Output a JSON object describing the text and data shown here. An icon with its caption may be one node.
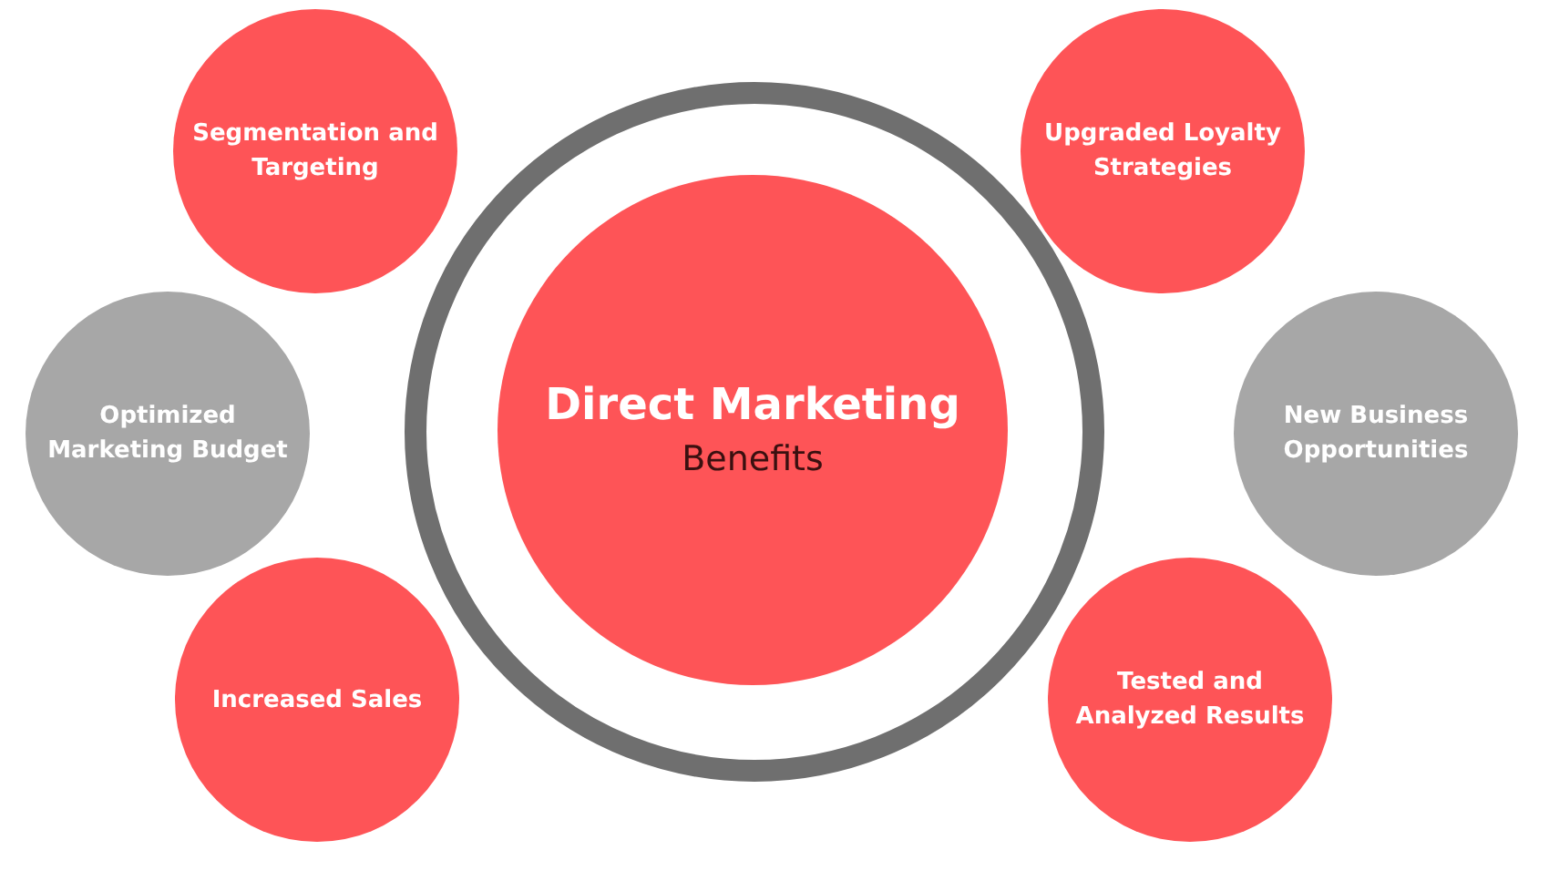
{
  "diagram": {
    "nodes": [
      {
        "text": [
          "Direct Marketing",
          "Benefits"
        ]
      },
      {
        "text": [
          "Segmentation and Targeting"
        ]
      },
      {
        "text": [
          "Upgraded Loyalty Strategies"
        ]
      },
      {
        "text": [
          "Optimized Marketing Budget"
        ]
      },
      {
        "text": [
          "New Business Opportunities"
        ]
      },
      {
        "text": [
          "Increased Sales"
        ]
      },
      {
        "text": [
          "Tested and Analyzed Results"
        ]
      }
    ]
  }
}
